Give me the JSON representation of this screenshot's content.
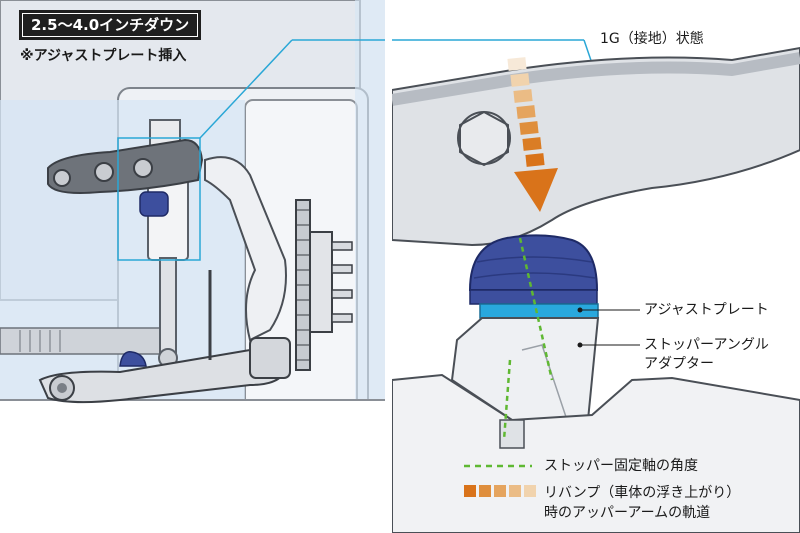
{
  "left_panel": {
    "badge": "2.5〜4.0インチダウン",
    "subtitle": "※アジャストプレート挿入"
  },
  "right_panel": {
    "label_1g": "1G（接地）状態",
    "label_adjust_plate": "アジャストプレート",
    "label_stopper_line1": "ストッパーアングル",
    "label_stopper_line2": "アダプター",
    "legend_dashed": "ストッパー固定軸の角度",
    "legend_gradient_line1": "リバンプ（車体の浮き上がり）",
    "legend_gradient_line2": "時のアッパーアームの軌道"
  },
  "colors": {
    "bumper_blue": "#3d4f9e",
    "plate_cyan": "#29a8dd",
    "arrow_orange": "#d9731a",
    "dash_green": "#5fb832",
    "highlight_blue": "#d6e6f5",
    "leader_cyan": "#2aa7d6"
  }
}
